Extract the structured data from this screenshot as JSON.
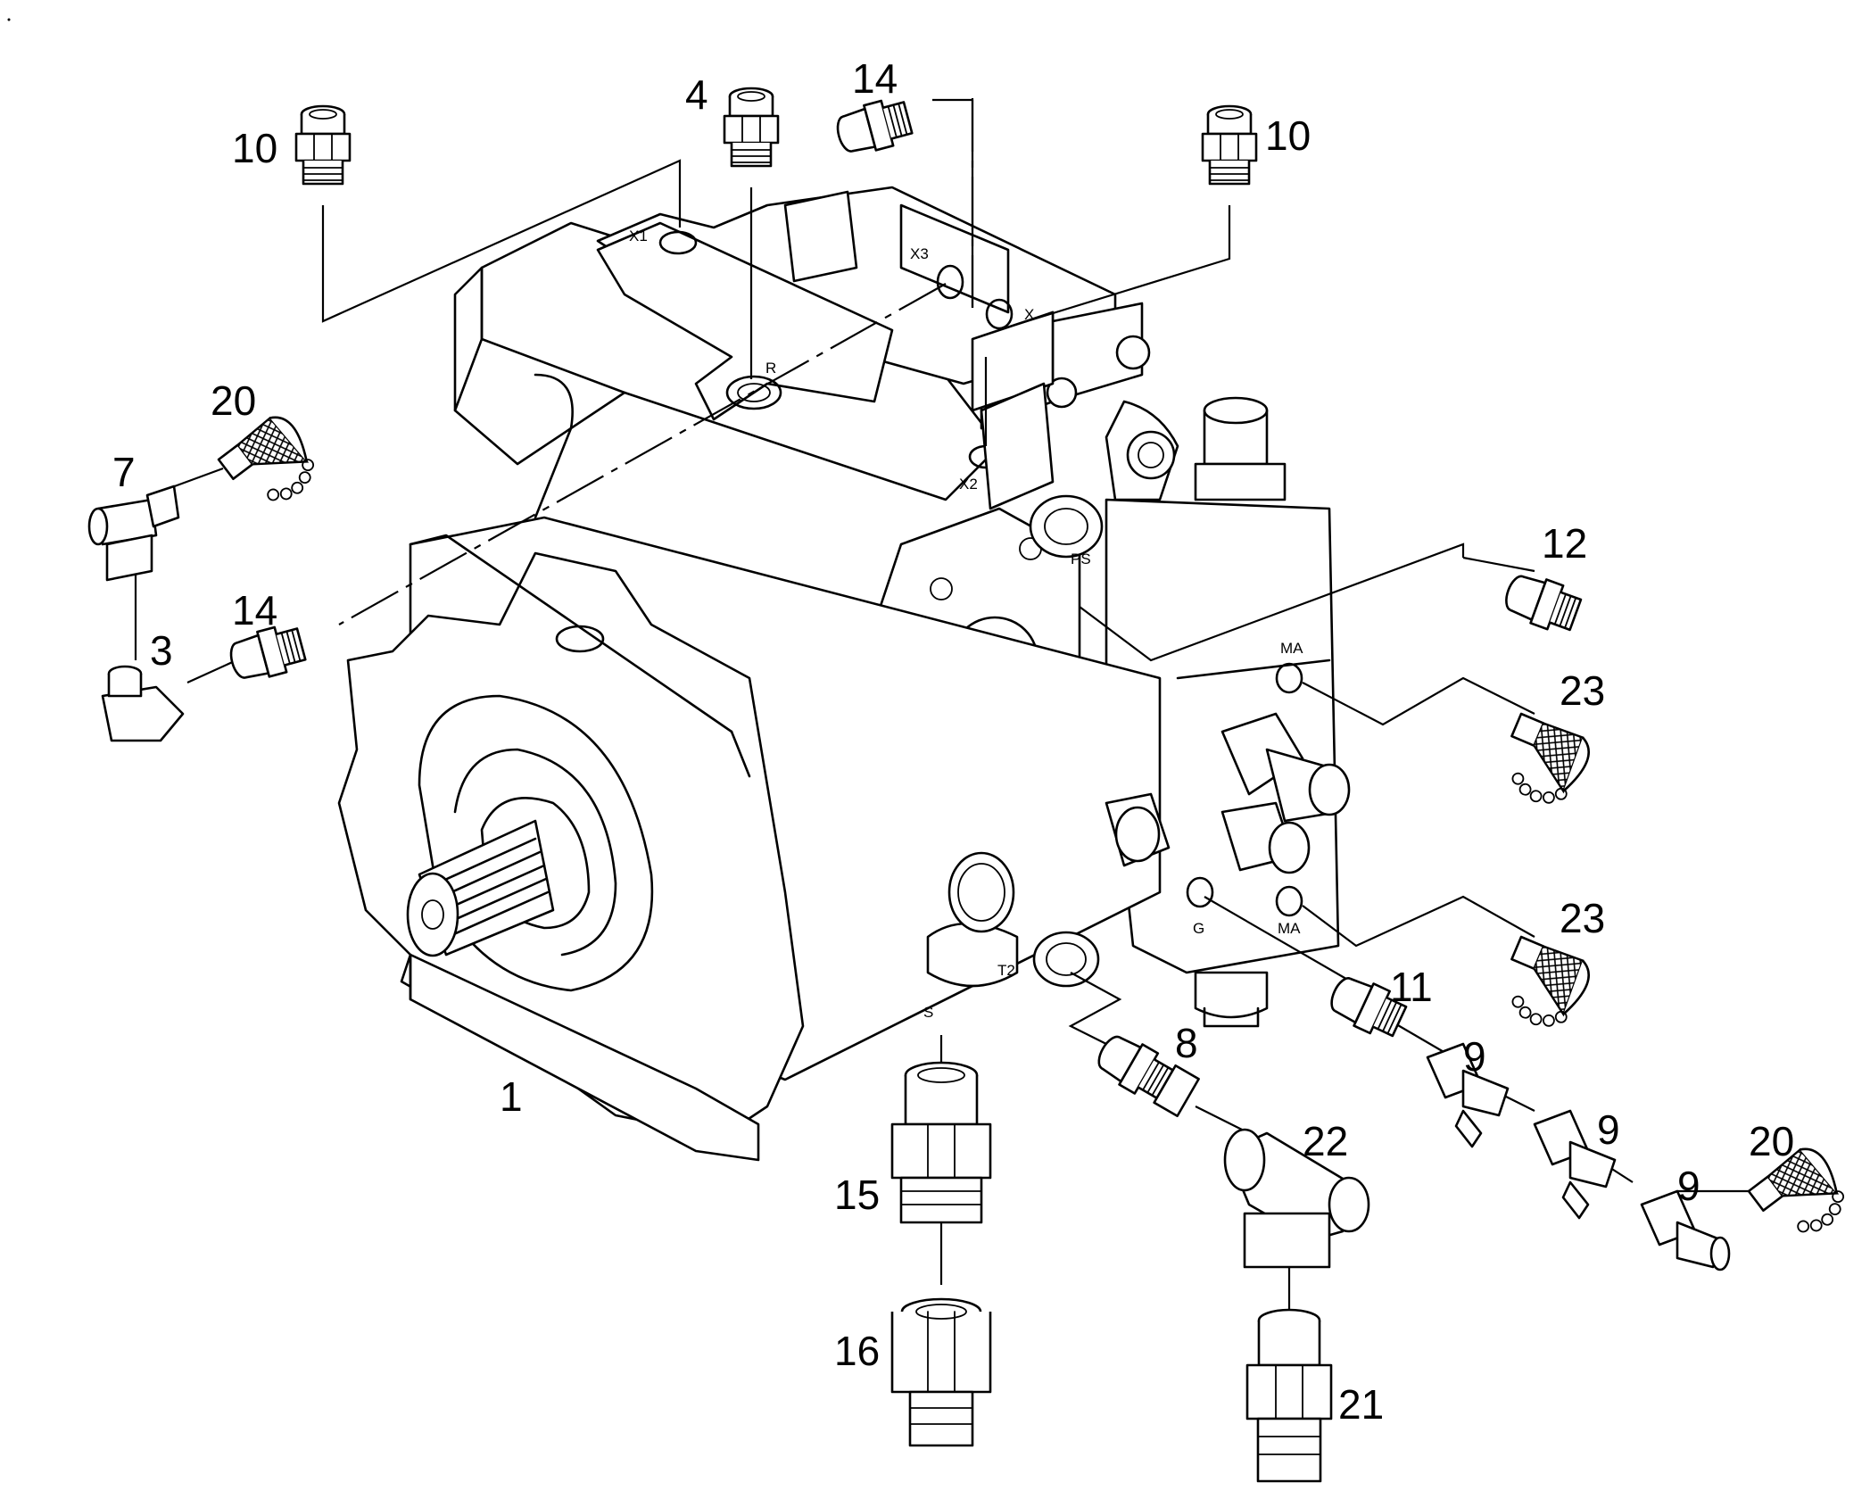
{
  "callouts": {
    "c1": "1",
    "c3": "3",
    "c4": "4",
    "c7": "7",
    "c8": "8",
    "c9a": "9",
    "c9b": "9",
    "c9c": "9",
    "c10a": "10",
    "c10b": "10",
    "c11": "11",
    "c12": "12",
    "c14a": "14",
    "c14b": "14",
    "c15": "15",
    "c16": "16",
    "c20a": "20",
    "c20b": "20",
    "c21": "21",
    "c22": "22",
    "c23a": "23",
    "c23b": "23"
  },
  "ports": {
    "x1": "X1",
    "x2": "X2",
    "x3": "X3",
    "x": "X",
    "r": "R",
    "ps": "PS",
    "ma_top": "MA",
    "ma_bottom": "MA",
    "g": "G",
    "t2": "T2",
    "s": "S"
  },
  "icons": [
    "hydraulic-pump",
    "straight-fitting",
    "elbow-fitting",
    "tee-fitting",
    "test-point-cap"
  ]
}
